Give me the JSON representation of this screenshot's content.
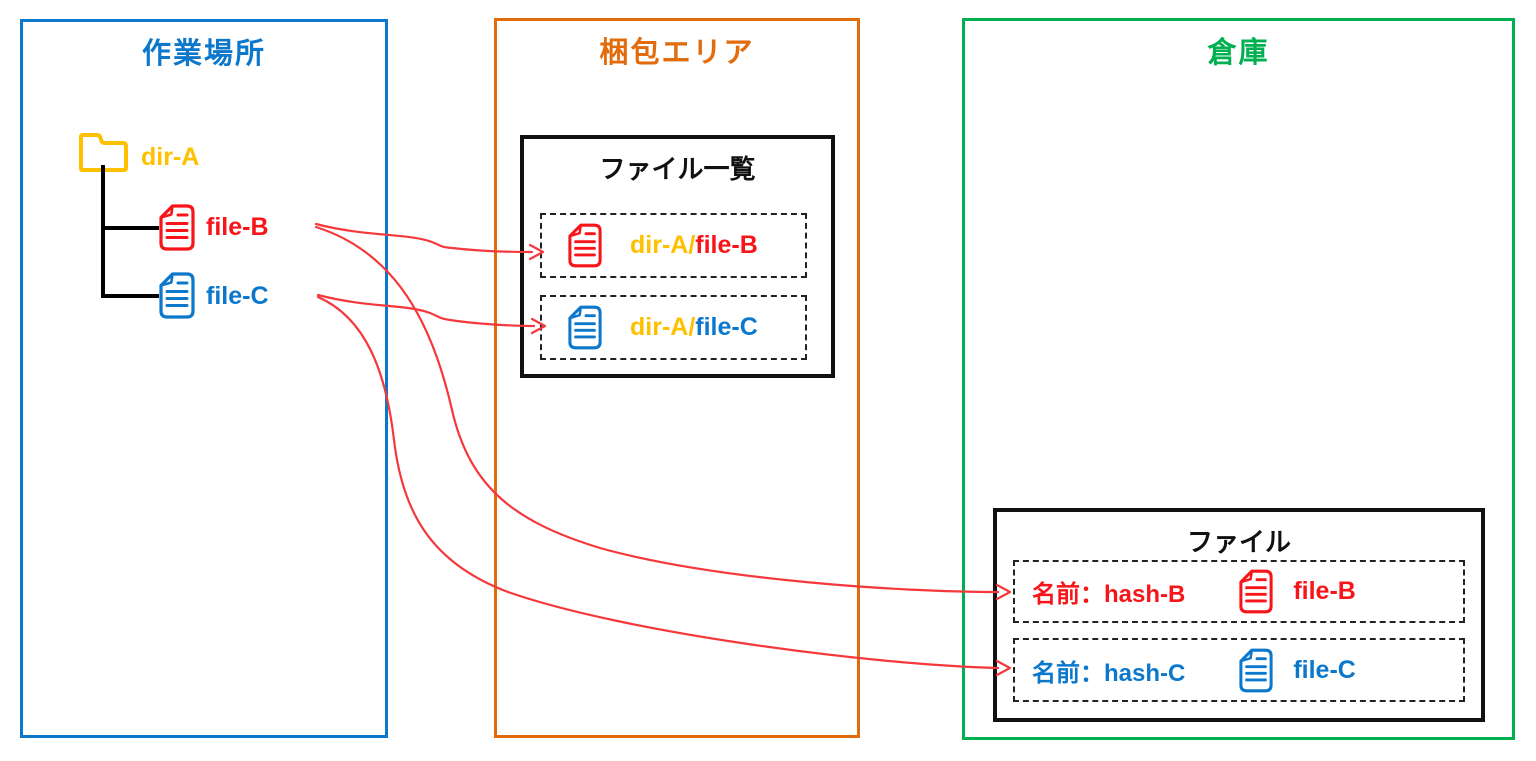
{
  "colors": {
    "workspace_blue": "#0c78cc",
    "packing_orange": "#e26b0c",
    "warehouse_green": "#00b050",
    "folder_gold": "#ffc000",
    "file_red": "#f7151a",
    "file_blue": "#0c78cc",
    "arrow_red": "#f4383b",
    "panel_black": "#111111"
  },
  "workspace": {
    "title": "作業場所",
    "folder_name": "dir-A",
    "files": [
      {
        "name": "file-B"
      },
      {
        "name": "file-C"
      }
    ]
  },
  "packing": {
    "title": "梱包エリア",
    "panel_title": "ファイル一覧",
    "entries": [
      {
        "prefix": "dir-A/",
        "file": "file-B"
      },
      {
        "prefix": "dir-A/",
        "file": "file-C"
      }
    ]
  },
  "warehouse": {
    "title": "倉庫",
    "panel_title": "ファイル",
    "entries": [
      {
        "name_label": "名前：hash-B",
        "file": "file-B"
      },
      {
        "name_label": "名前：hash-C",
        "file": "file-C"
      }
    ]
  }
}
